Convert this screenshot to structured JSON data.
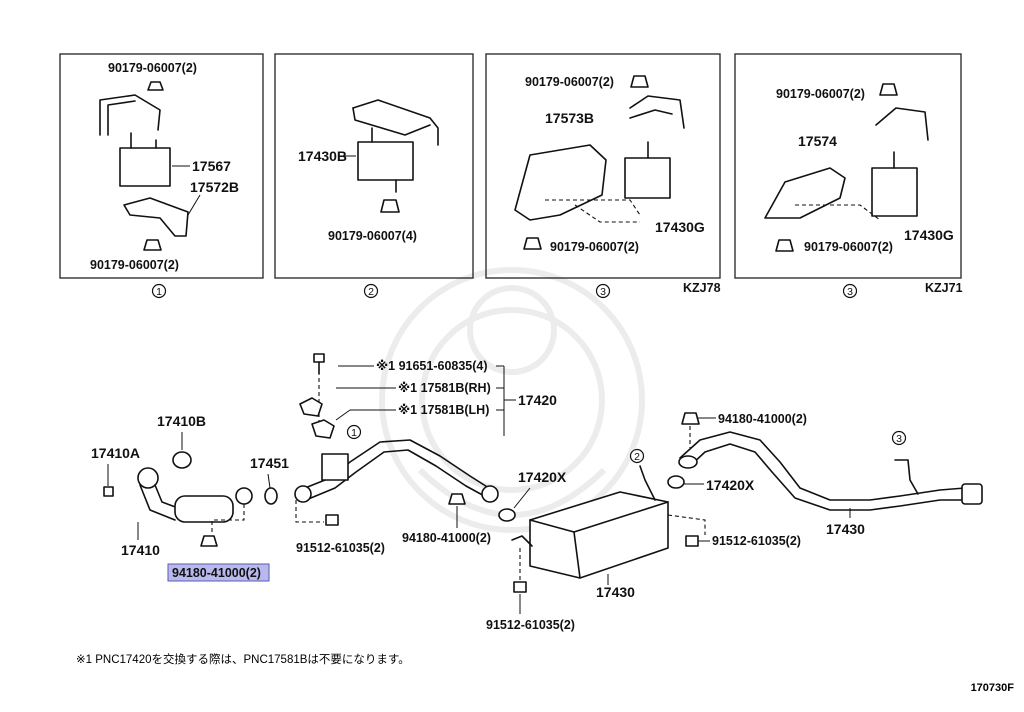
{
  "panels": [
    {
      "circle": "1",
      "model": "",
      "labels": [
        "90179-06007(2)",
        "17567",
        "17572B",
        "90179-06007(2)"
      ]
    },
    {
      "circle": "2",
      "model": "",
      "labels": [
        "17430B",
        "90179-06007(4)"
      ]
    },
    {
      "circle": "3",
      "model": "KZJ78",
      "labels": [
        "90179-06007(2)",
        "17573B",
        "17430G",
        "90179-06007(2)"
      ]
    },
    {
      "circle": "3",
      "model": "KZJ71",
      "labels": [
        "90179-06007(2)",
        "17574",
        "17430G",
        "90179-06007(2)"
      ]
    }
  ],
  "main": {
    "labels": {
      "p91651": "※1 91651-60835(4)",
      "p17581rh": "※1 17581B(RH)",
      "p17581lh": "※1 17581B(LH)",
      "p17420": "17420",
      "p17410b": "17410B",
      "p17410a": "17410A",
      "p17451": "17451",
      "p17410": "17410",
      "p94180_hl": "94180-41000(2)",
      "p91512_a": "91512-61035(2)",
      "p94180_b": "94180-41000(2)",
      "p17420x_a": "17420X",
      "p17430_mid": "17430",
      "p91512_b": "91512-61035(2)",
      "p94180_c": "94180-41000(2)",
      "p17420x_b": "17420X",
      "p91512_c": "91512-61035(2)",
      "p17430_right": "17430"
    },
    "circles": {
      "c1": "1",
      "c2": "2",
      "c3": "3"
    },
    "highlight_color": "#b9b9ee"
  },
  "footnote": "※1 PNC17420を交換する際は、PNC17581Bは不要になります。",
  "drawing_code": "170730F"
}
